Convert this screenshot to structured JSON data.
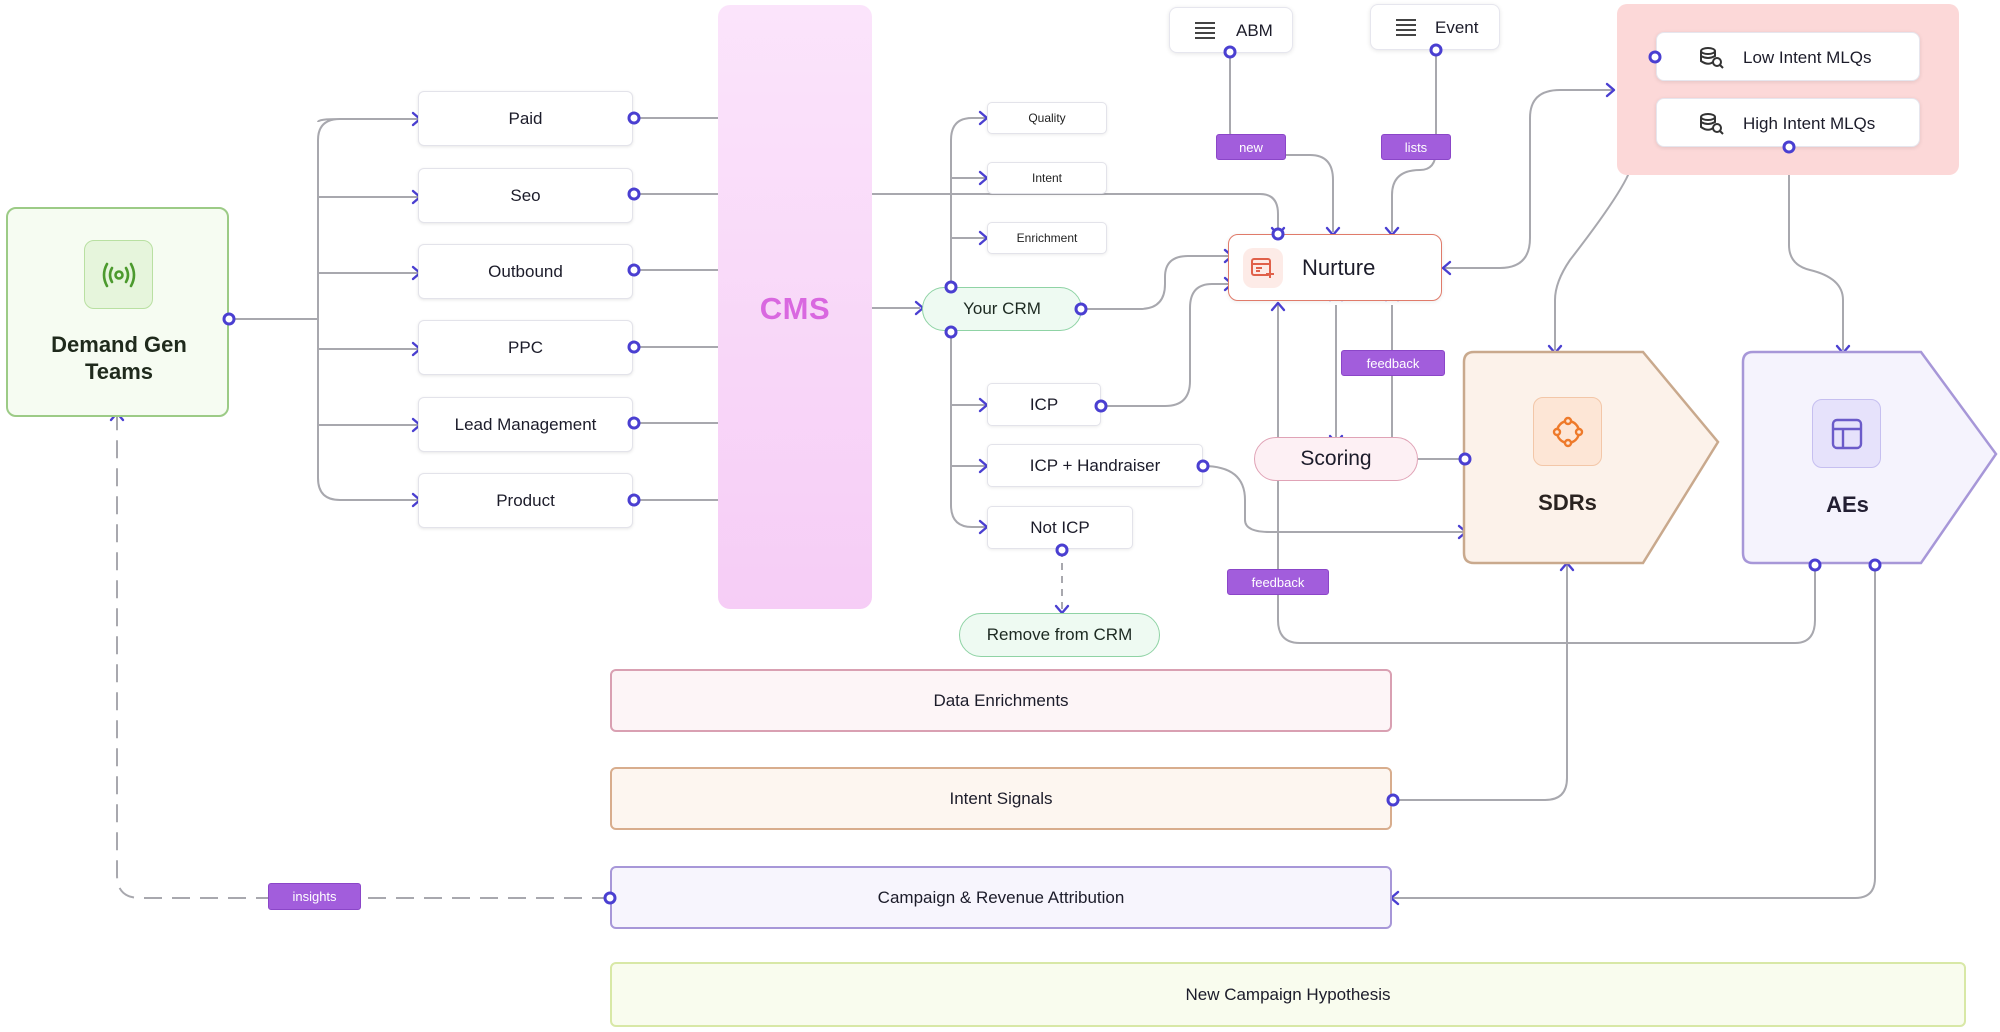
{
  "demand_gen": {
    "title": "Demand Gen Teams"
  },
  "sources": [
    "Paid",
    "Seo",
    "Outbound",
    "PPC",
    "Lead Management",
    "Product"
  ],
  "cms": {
    "label": "CMS"
  },
  "crm_inputs": [
    "Quality",
    "Intent",
    "Enrichment"
  ],
  "crm": {
    "label": "Your CRM"
  },
  "segments": {
    "icp": "ICP",
    "icp_hand": "ICP + Handraiser",
    "not_icp": "Not ICP"
  },
  "remove": {
    "label": "Remove from CRM"
  },
  "lists": {
    "abm": "ABM",
    "event": "Event"
  },
  "tags": {
    "new": "new",
    "lists": "lists",
    "feedback1": "feedback",
    "feedback2": "feedback",
    "insights": "insights"
  },
  "nurture": {
    "label": "Nurture"
  },
  "scoring": {
    "label": "Scoring"
  },
  "mlq": {
    "low": "Low Intent MLQs",
    "high": "High Intent MLQs"
  },
  "sdrs": {
    "label": "SDRs"
  },
  "aes": {
    "label": "AEs"
  },
  "bars": {
    "data_enrich": "Data Enrichments",
    "intent": "Intent Signals",
    "attribution": "Campaign & Revenue Attribution",
    "hypothesis": "New Campaign Hypothesis"
  },
  "colors": {
    "port": "#4a3fd1",
    "tag": "#a25ddc",
    "wire": "#a8a8ae",
    "cms": "#d968e0"
  }
}
